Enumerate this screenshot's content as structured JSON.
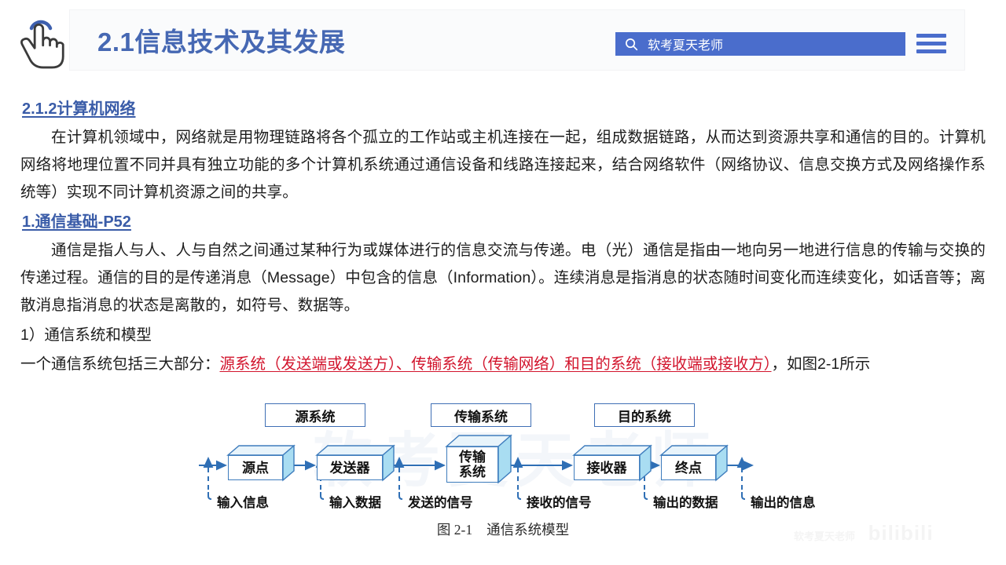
{
  "header": {
    "title": "2.1信息技术及其发展",
    "search": {
      "icon": "search-icon",
      "value": "软考夏天老师"
    },
    "menu_icon": "hamburger-menu-icon",
    "cursor_icon": "hand-pointer-icon",
    "accent_color": "#4a6dcc",
    "title_color": "#4668b3"
  },
  "content": {
    "heading_1": "2.1.2计算机网络",
    "paragraph_1": "在计算机领域中，网络就是用物理链路将各个孤立的工作站或主机连接在一起，组成数据链路，从而达到资源共享和通信的目的。计算机网络将地理位置不同并具有独立功能的多个计算机系统通过通信设备和线路连接起来，结合网络软件（网络协议、信息交换方式及网络操作系统等）实现不同计算机资源之间的共享。",
    "heading_2": "1.通信基础-P52",
    "paragraph_2": "通信是指人与人、人与自然之间通过某种行为或媒体进行的信息交流与传递。电（光）通信是指由一地向另一地进行信息的传输与交换的传递过程。通信的目的是传递消息（Message）中包含的信息（Information）。连续消息是指消息的状态随时间变化而连续变化，如话音等；离散消息指消息的状态是离散的，如符号、数据等。",
    "heading_3": "1）通信系统和模型",
    "intro_black_prefix": "一个通信系统包括三大部分：",
    "intro_red": "源系统（发送端或发送方）、传输系统（传输网络）和目的系统（接收端或接收方）",
    "intro_black_suffix": "，如图2-1所示",
    "red_color": "#d2142c",
    "heading_color": "#3a5ca8"
  },
  "diagram": {
    "system_labels": [
      "源系统",
      "传输系统",
      "目的系统"
    ],
    "nodes": [
      "源点",
      "发送器",
      "传输系统",
      "接收器",
      "终点"
    ],
    "signal_labels": [
      "输入信息",
      "输入数据",
      "发送的信号",
      "接收的信号",
      "输出的数据",
      "输出的信息"
    ],
    "caption_number": "图 2-1",
    "caption_text": "通信系统模型",
    "watermark": "软考夏天老师",
    "box_border_color": "#3f7dbd",
    "arrow_color": "#2f6fb5"
  },
  "watermarks": {
    "corner_small": "软考夏天老师",
    "corner_brand": "bilibili"
  }
}
